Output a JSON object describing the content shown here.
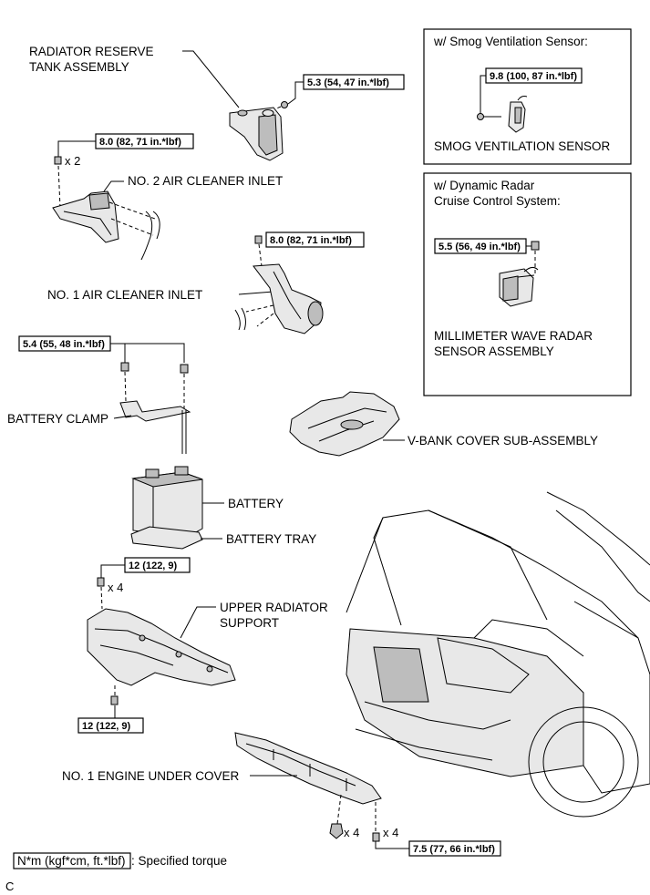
{
  "labels": {
    "radiator_reserve_tank_l1": "RADIATOR RESERVE",
    "radiator_reserve_tank_l2": "TANK ASSEMBLY",
    "no2_air_cleaner_inlet": "NO. 2 AIR CLEANER INLET",
    "no1_air_cleaner_inlet": "NO. 1 AIR CLEANER INLET",
    "battery_clamp": "BATTERY CLAMP",
    "battery": "BATTERY",
    "battery_tray": "BATTERY TRAY",
    "upper_radiator_support_l1": "UPPER RADIATOR",
    "upper_radiator_support_l2": "SUPPORT",
    "v_bank_cover": "V-BANK COVER SUB-ASSEMBLY",
    "no1_engine_under_cover": "NO. 1 ENGINE UNDER COVER",
    "smog_ventilation_sensor": "SMOG VENTILATION SENSOR",
    "millimeter_wave_radar_l1": "MILLIMETER WAVE RADAR",
    "millimeter_wave_radar_l2": "SENSOR ASSEMBLY"
  },
  "insets": {
    "smog_title": "w/ Smog Ventilation Sensor:",
    "radar_title_l1": "w/ Dynamic Radar",
    "radar_title_l2": "Cruise Control System:"
  },
  "torques": {
    "reserve_tank": "5.3 (54, 47 in.*lbf)",
    "no2_air_cleaner": "8.0 (82, 71 in.*lbf)",
    "no1_air_cleaner": "8.0 (82, 71 in.*lbf)",
    "battery_clamp": "5.4 (55, 48 in.*lbf)",
    "upper_support_top": "12 (122, 9)",
    "upper_support_bottom": "12 (122, 9)",
    "under_cover": "7.5 (77, 66 in.*lbf)",
    "smog_sensor": "9.8 (100, 87 in.*lbf)",
    "radar_sensor": "5.5 (56, 49 in.*lbf)"
  },
  "quantities": {
    "no2_air_cleaner": "x 2",
    "upper_support": "x 4",
    "under_cover_clip": "x 4",
    "under_cover_bolt": "x 4"
  },
  "legend": {
    "symbol": "N*m (kgf*cm, ft.*lbf)",
    "text": ": Specified torque"
  },
  "figure_code": "C"
}
